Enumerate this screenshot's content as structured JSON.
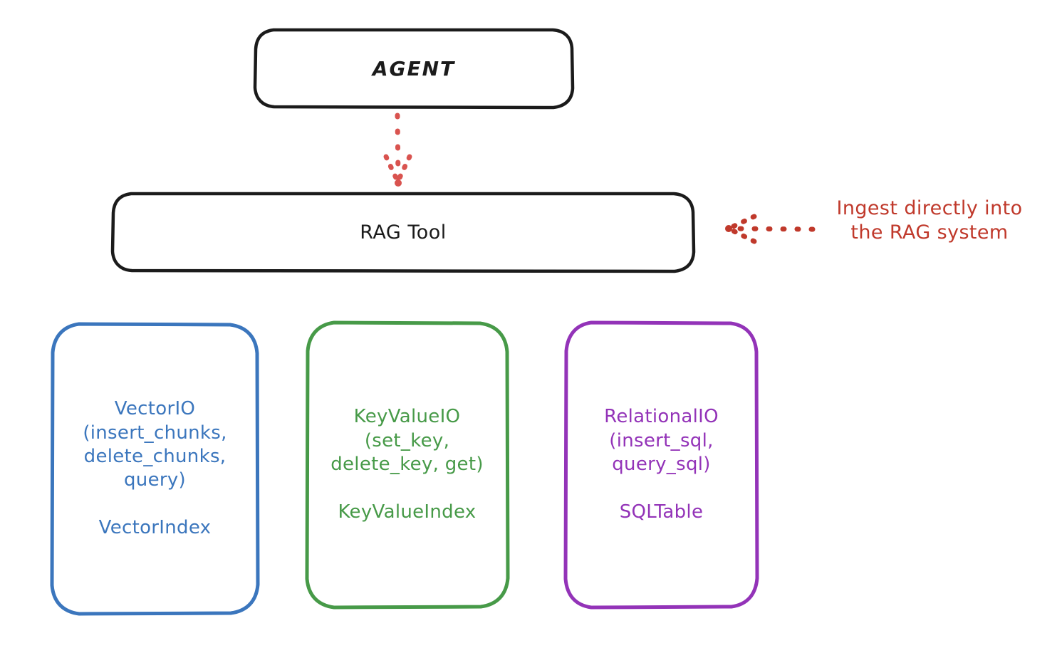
{
  "diagram": {
    "title_node": {
      "label": "AGENT"
    },
    "tool_node": {
      "label": "RAG Tool"
    },
    "leaves": [
      {
        "id": "vector-io",
        "primary": "VectorIO\n(insert_chunks,\ndelete_chunks,\nquery)",
        "secondary": "VectorIndex",
        "color": "#3b76bd"
      },
      {
        "id": "key-value-io",
        "primary": "KeyValueIO\n(set_key,\ndelete_key, get)",
        "secondary": "KeyValueIndex",
        "color": "#479a48"
      },
      {
        "id": "relational-io",
        "primary": "RelationalIO\n(insert_sql,\nquery_sql)",
        "secondary": "SQLTable",
        "color": "#9333b8"
      }
    ],
    "annotation": {
      "text": "Ingest directly into\nthe RAG system",
      "color": "#c0392b"
    },
    "connectors": [
      {
        "id": "agent-to-rag",
        "style": "dotted",
        "direction": "down",
        "color": "#d9534f"
      },
      {
        "id": "ingest-to-rag",
        "style": "dotted",
        "direction": "left",
        "color": "#c0392b"
      }
    ],
    "stroke_colors": {
      "node_outline": "#1b1b1b",
      "background": "#ffffff"
    }
  }
}
